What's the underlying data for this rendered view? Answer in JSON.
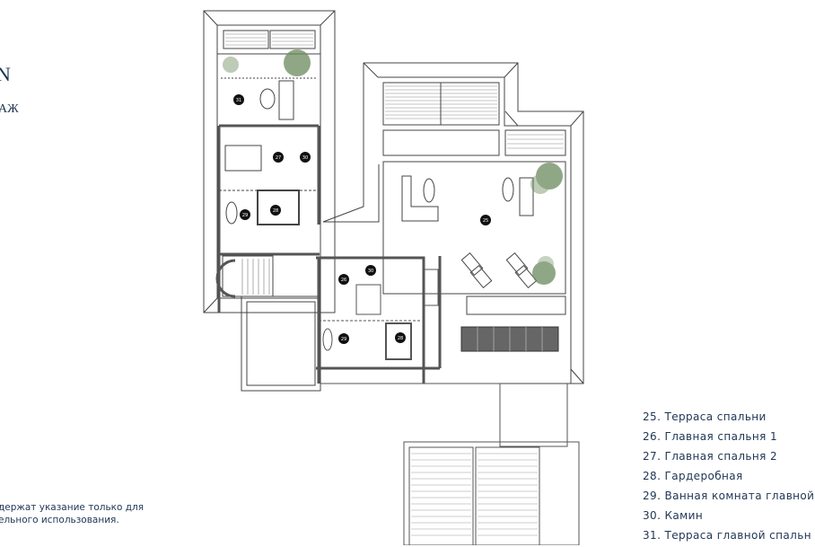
{
  "header": {
    "title": "N",
    "subtitle": "АЖ"
  },
  "note": {
    "line1": "держат указание только для",
    "line2": "ельного использования."
  },
  "legend": [
    "25. Терраса спальни",
    "26.  Главная спальня 1",
    "27.  Главная спальня 2",
    "28.  Гардеробная",
    "29.  Ванная комната главной",
    "30.  Камин",
    "31.  Терраса главной спальн"
  ],
  "badges": [
    "31",
    "27",
    "30",
    "29",
    "28",
    "25",
    "30",
    "26",
    "29",
    "28"
  ],
  "colors": {
    "text": "#1f3554",
    "wall": "#555555",
    "tree": "#6b8a5e"
  }
}
